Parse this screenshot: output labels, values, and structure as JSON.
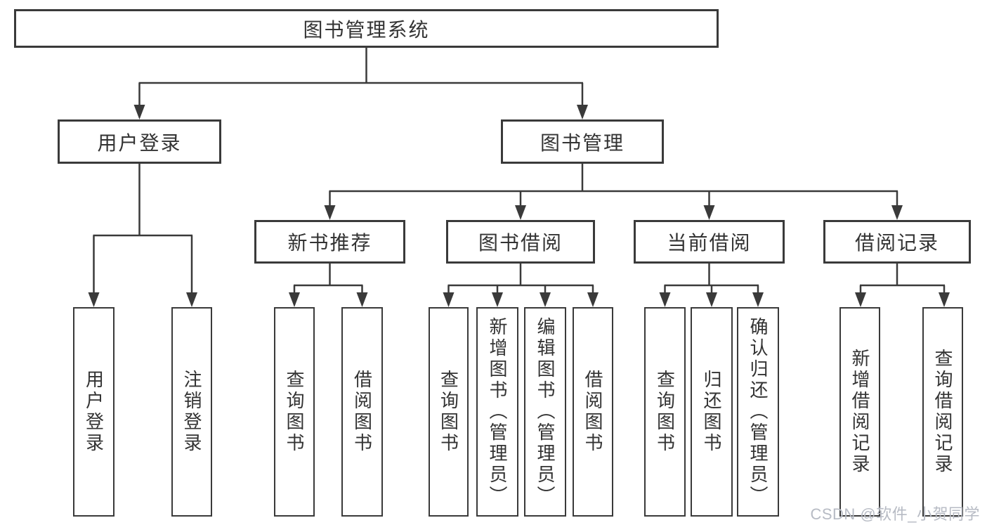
{
  "diagram": {
    "root": {
      "label": "图书管理系统"
    },
    "level2": [
      {
        "label": "用户登录"
      },
      {
        "label": "图书管理"
      }
    ],
    "level3": [
      {
        "label": "新书推荐"
      },
      {
        "label": "图书借阅"
      },
      {
        "label": "当前借阅"
      },
      {
        "label": "借阅记录"
      }
    ],
    "leaf_groups": [
      {
        "parent": "用户登录",
        "items": [
          {
            "label": "用户登录"
          },
          {
            "label": "注销登录"
          }
        ]
      },
      {
        "parent": "新书推荐",
        "items": [
          {
            "label": "查询图书"
          },
          {
            "label": "借阅图书"
          }
        ]
      },
      {
        "parent": "图书借阅",
        "items": [
          {
            "label": "查询图书"
          },
          {
            "label": "新增图书（管理员）"
          },
          {
            "label": "编辑图书（管理员）"
          },
          {
            "label": "借阅图书"
          }
        ]
      },
      {
        "parent": "当前借阅",
        "items": [
          {
            "label": "查询图书"
          },
          {
            "label": "归还图书"
          },
          {
            "label": "确认归还（管理员）"
          }
        ]
      },
      {
        "parent": "借阅记录",
        "items": [
          {
            "label": "新增借阅记录"
          },
          {
            "label": "查询借阅记录"
          }
        ]
      }
    ],
    "colors": {
      "line": "#3a3a3a",
      "box_border": "#3a3a3a",
      "text": "#333333",
      "background": "#ffffff",
      "watermark": "#b7bbc4"
    }
  },
  "watermark": {
    "text": "CSDN @软件_小贺同学"
  }
}
